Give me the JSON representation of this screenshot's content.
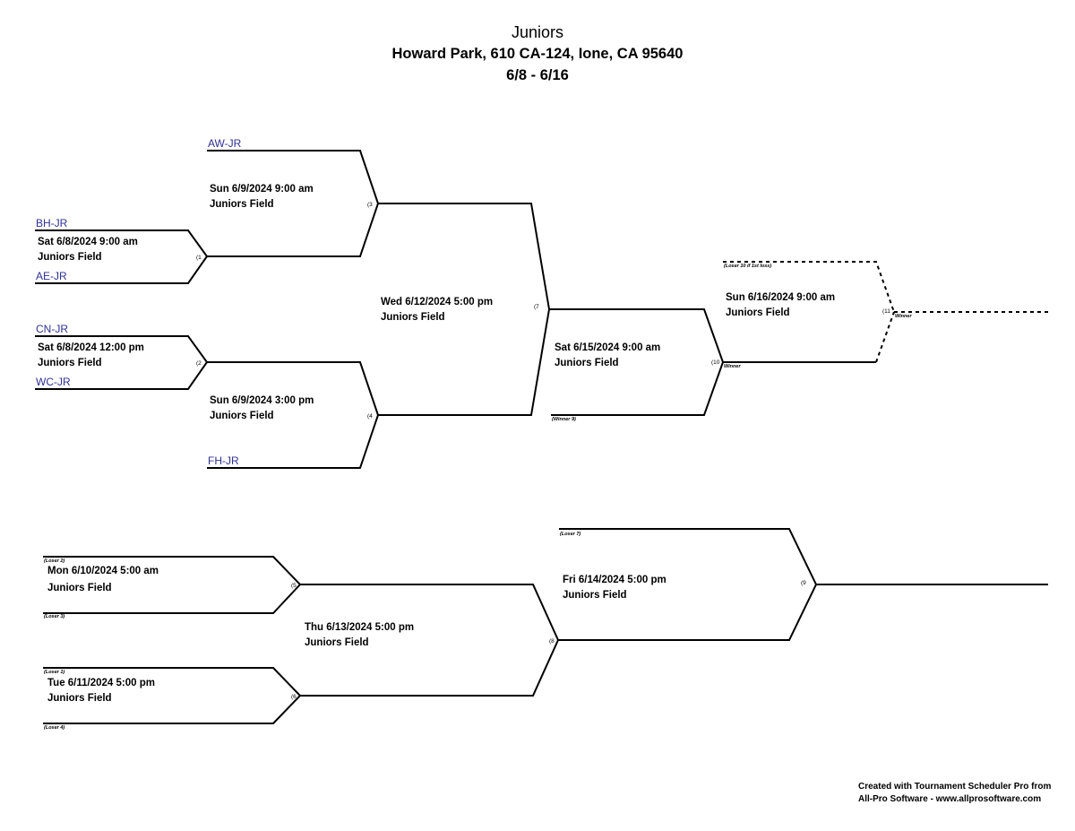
{
  "header": {
    "title": "Juniors",
    "location": "Howard Park, 610 CA-124, Ione, CA 95640",
    "dates": "6/8 - 6/16"
  },
  "teams": {
    "aw": "AW-JR",
    "bh": "BH-JR",
    "ae": "AE-JR",
    "cn": "CN-JR",
    "wc": "WC-JR",
    "fh": "FH-JR"
  },
  "games": {
    "g1": {
      "num": "(1",
      "date": "Sat 6/8/2024 9:00 am",
      "field": "Juniors Field"
    },
    "g2": {
      "num": "(2",
      "date": "Sat 6/8/2024 12:00 pm",
      "field": "Juniors Field"
    },
    "g3": {
      "num": "(3",
      "date": "Sun 6/9/2024 9:00 am",
      "field": "Juniors Field"
    },
    "g4": {
      "num": "(4",
      "date": "Sun 6/9/2024 3:00 pm",
      "field": "Juniors Field"
    },
    "g5": {
      "num": "(5",
      "date": "Mon 6/10/2024 5:00 am",
      "field": "Juniors Field"
    },
    "g6": {
      "num": "(6",
      "date": "Tue 6/11/2024 5:00 pm",
      "field": "Juniors Field"
    },
    "g7": {
      "num": "(7",
      "date": "Wed 6/12/2024 5:00 pm",
      "field": "Juniors Field"
    },
    "g8": {
      "num": "(8",
      "date": "Thu 6/13/2024 5:00 pm",
      "field": "Juniors Field"
    },
    "g9": {
      "num": "(9",
      "date": "Fri 6/14/2024 5:00 pm",
      "field": "Juniors Field"
    },
    "g10": {
      "num": "(10",
      "date": "Sat 6/15/2024 9:00 am",
      "field": "Juniors Field"
    },
    "g11": {
      "num": "(11",
      "date": "Sun 6/16/2024 9:00 am",
      "field": "Juniors Field"
    }
  },
  "slots": {
    "loser10": "(Loser 10 if 1st loss)",
    "winner11": "Winner",
    "winner10": "Winner",
    "winner9": "(Winner 9)",
    "loser7": "(Loser 7)",
    "loser2": "(Loser 2)",
    "loser3": "(Loser 3)",
    "loser1": "(Loser 1)",
    "loser4": "(Loser 4)"
  },
  "footer": {
    "line1": "Created with Tournament Scheduler Pro from",
    "line2": "All-Pro Software - www.allprosoftware.com"
  }
}
